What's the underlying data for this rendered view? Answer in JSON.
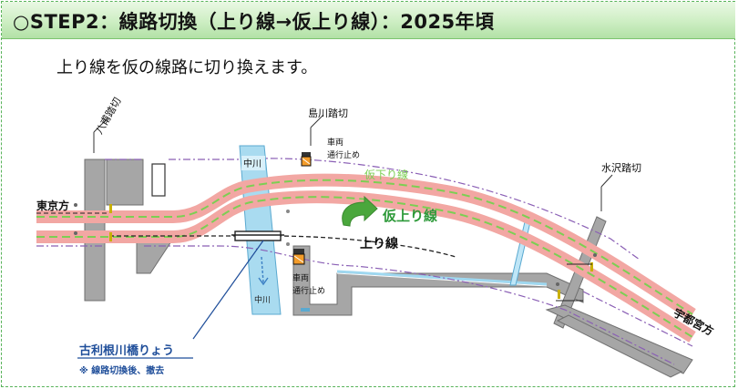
{
  "header": {
    "title": "○STEP2：線路切換（上り線→仮上り線）：2025年頃"
  },
  "subtitle": "上り線を仮の線路に切り換えます。",
  "labels": {
    "yaho_crossing": "八甫踏切",
    "shimakawa_crossing": "島川踏切",
    "mizusawa_crossing": "水沢踏切",
    "tokyo_direction": "東京方",
    "utsunomiya_direction": "宇都宮方",
    "nakagawa_river": "中川",
    "nakagawa_river_lower": "中川",
    "temp_down_line": "仮下り線",
    "temp_up_line": "仮上り線",
    "up_line": "上り線",
    "vehicle_closed_1": [
      "車両",
      "通行止め"
    ],
    "vehicle_closed_2": [
      "車両",
      "通行止め"
    ],
    "bridge_name": "古利根川橋りょう",
    "bridge_note": "※ 線路切換後、撤去"
  },
  "colors": {
    "header_green": "#cdeec3",
    "frame_green": "#58b35a",
    "road_gray": "#a6a6a6",
    "track_pink": "#f2a7a3",
    "track_green": "#7ccf53",
    "river_blue": "#a9dbf0",
    "boundary_purple": "#8a5fb5",
    "temp_up_green": "#2e9a3a",
    "bridge_label_blue": "#1f4e9a"
  },
  "icons": [
    "curved-arrow-icon",
    "barrier-sign-icon",
    "signal-post-icon",
    "down-arrow-icon"
  ]
}
